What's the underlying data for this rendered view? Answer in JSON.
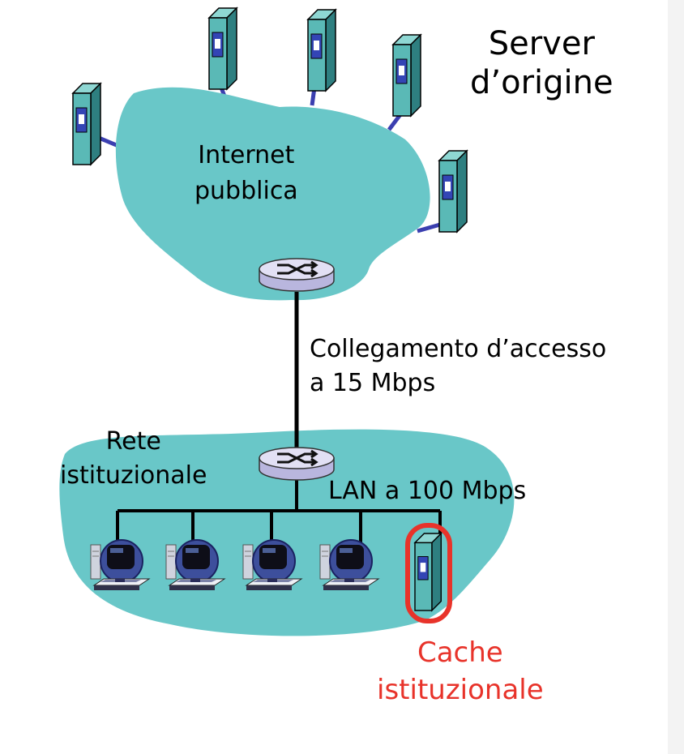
{
  "labels": {
    "origin_servers": [
      "Server",
      "d’origine"
    ],
    "public_internet": [
      "Internet",
      "pubblica"
    ],
    "access_link": [
      "Collegamento d’accesso",
      "a 15 Mbps"
    ],
    "institutional_network": [
      "Rete",
      "istituzionale"
    ],
    "lan": "LAN a 100 Mbps",
    "institutional_cache": [
      "Cache",
      "istituzionale"
    ]
  },
  "colors": {
    "cloud": "#69c7c8",
    "server_body": "#5ab9b6",
    "server_side": "#2e7f80",
    "server_panel": "#3345b5",
    "link": "#3b3fb0",
    "router": "#d6d4ec",
    "highlight": "#e8332a"
  }
}
